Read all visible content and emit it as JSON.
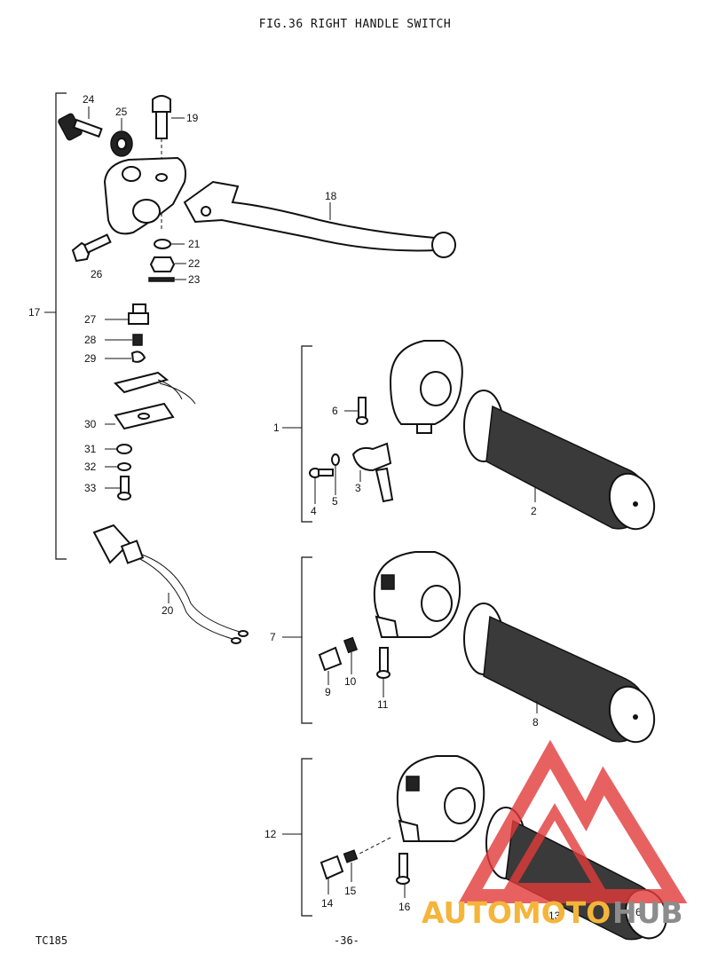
{
  "header": {
    "title": "FIG.36  RIGHT HANDLE SWITCH"
  },
  "footer": {
    "model": "TC185",
    "page": "-36-"
  },
  "callouts": {
    "c1": "1",
    "c2": "2",
    "c3": "3",
    "c4": "4",
    "c5": "5",
    "c6": "6",
    "c7": "7",
    "c8": "8",
    "c9": "9",
    "c10": "10",
    "c11": "11",
    "c12": "12",
    "c13": "13",
    "c14": "14",
    "c15": "15",
    "c16": "16",
    "c17": "17",
    "c18": "18",
    "c19": "19",
    "c20": "20",
    "c21": "21",
    "c22": "22",
    "c23": "23",
    "c24": "24",
    "c25": "25",
    "c26": "26",
    "c27": "27",
    "c28": "28",
    "c29": "29",
    "c30": "30",
    "c31": "31",
    "c32": "32",
    "c33": "33"
  },
  "watermark": {
    "part_a": "AUTOMOTO",
    "part_b": "HUB",
    "color_a": "#f5b53a",
    "color_b": "#8c8c8c",
    "logo_color": "#e23a3a"
  }
}
